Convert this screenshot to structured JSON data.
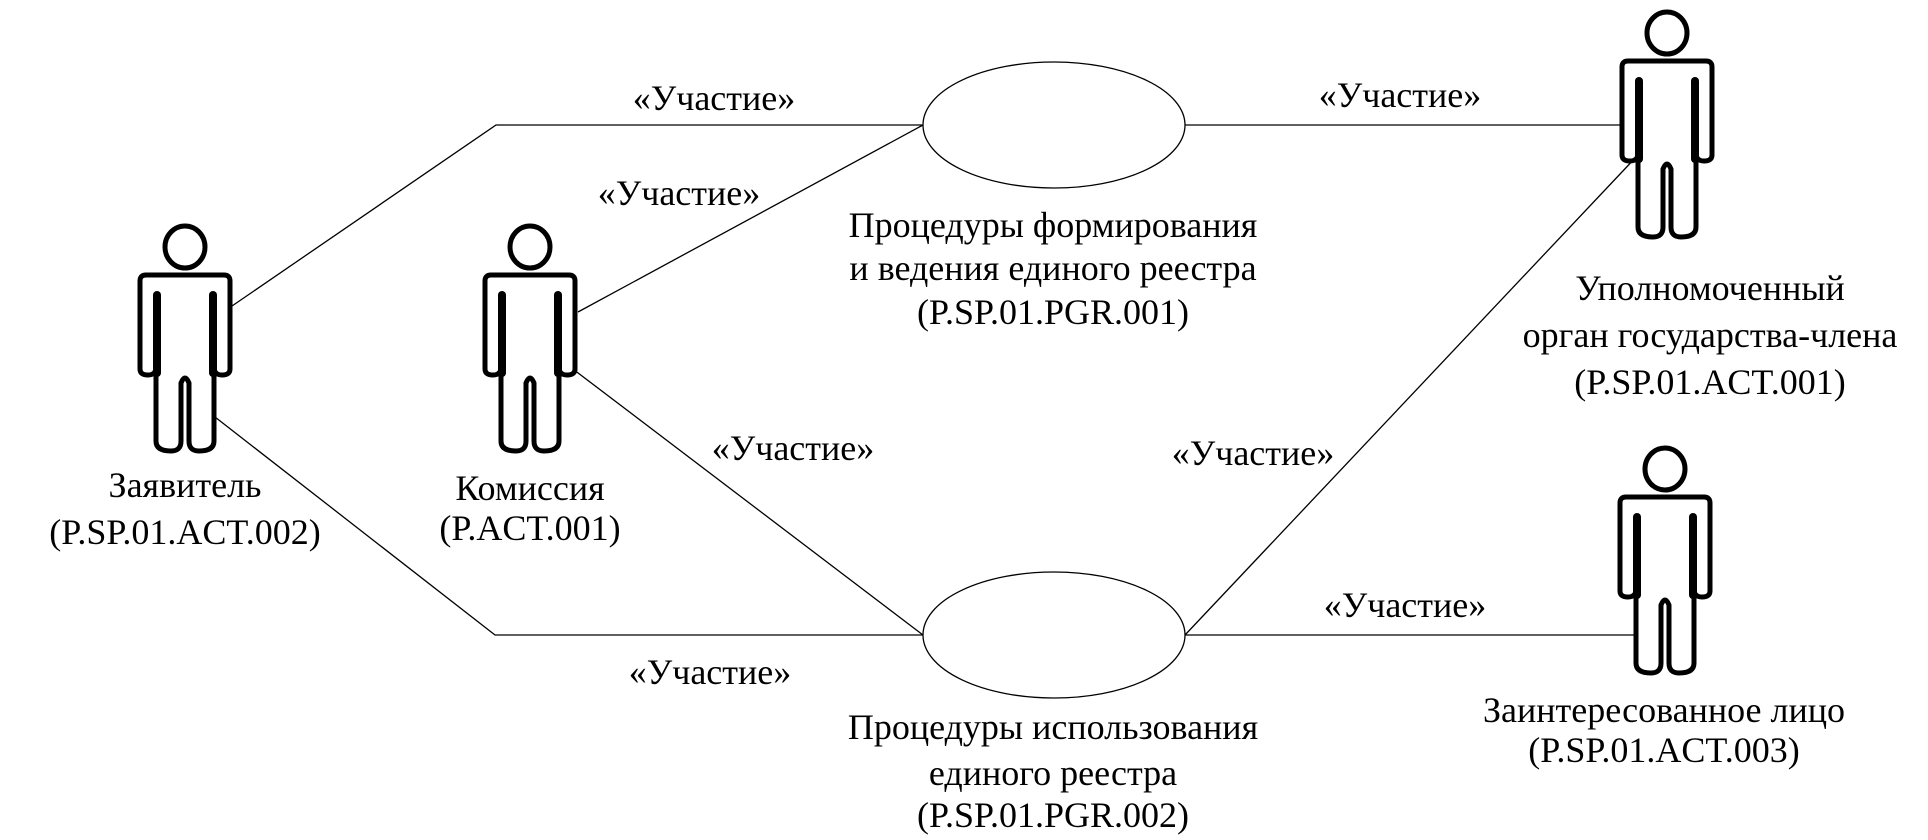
{
  "diagram": {
    "type": "uml-use-case",
    "actors": [
      {
        "id": "applicant",
        "name": "Заявитель",
        "code": "(P.SP.01.ACT.002)",
        "lines": [
          "Заявитель",
          "(P.SP.01.ACT.002)"
        ]
      },
      {
        "id": "commission",
        "name": "Комиссия",
        "code": "(P.ACT.001)",
        "lines": [
          "Комиссия",
          "(P.ACT.001)"
        ]
      },
      {
        "id": "authority",
        "name": "Уполномоченный орган государства-члена",
        "code": "(P.SP.01.ACT.001)",
        "lines": [
          "Уполномоченный",
          "орган государства-члена",
          "(P.SP.01.ACT.001)"
        ]
      },
      {
        "id": "interested",
        "name": "Заинтересованное лицо",
        "code": "(P.SP.01.ACT.003)",
        "lines": [
          "Заинтересованное лицо",
          "(P.SP.01.ACT.003)"
        ]
      }
    ],
    "use_cases": [
      {
        "id": "uc1",
        "name": "Процедуры формирования и ведения единого реестра",
        "code": "(P.SP.01.PGR.001)",
        "lines": [
          "Процедуры формирования",
          "и ведения единого реестра",
          "(P.SP.01.PGR.001)"
        ]
      },
      {
        "id": "uc2",
        "name": "Процедуры использования единого реестра",
        "code": "(P.SP.01.PGR.002)",
        "lines": [
          "Процедуры использования",
          "единого реестра",
          "(P.SP.01.PGR.002)"
        ]
      }
    ],
    "associations": [
      {
        "from": "applicant",
        "to": "uc1",
        "label": "«Участие»"
      },
      {
        "from": "commission",
        "to": "uc1",
        "label": "«Участие»"
      },
      {
        "from": "uc1",
        "to": "authority",
        "label": "«Участие»"
      },
      {
        "from": "commission",
        "to": "uc2",
        "label": "«Участие»"
      },
      {
        "from": "applicant",
        "to": "uc2",
        "label": "«Участие»"
      },
      {
        "from": "uc2",
        "to": "authority",
        "label": "«Участие»"
      },
      {
        "from": "uc2",
        "to": "interested",
        "label": "«Участие»"
      }
    ]
  }
}
